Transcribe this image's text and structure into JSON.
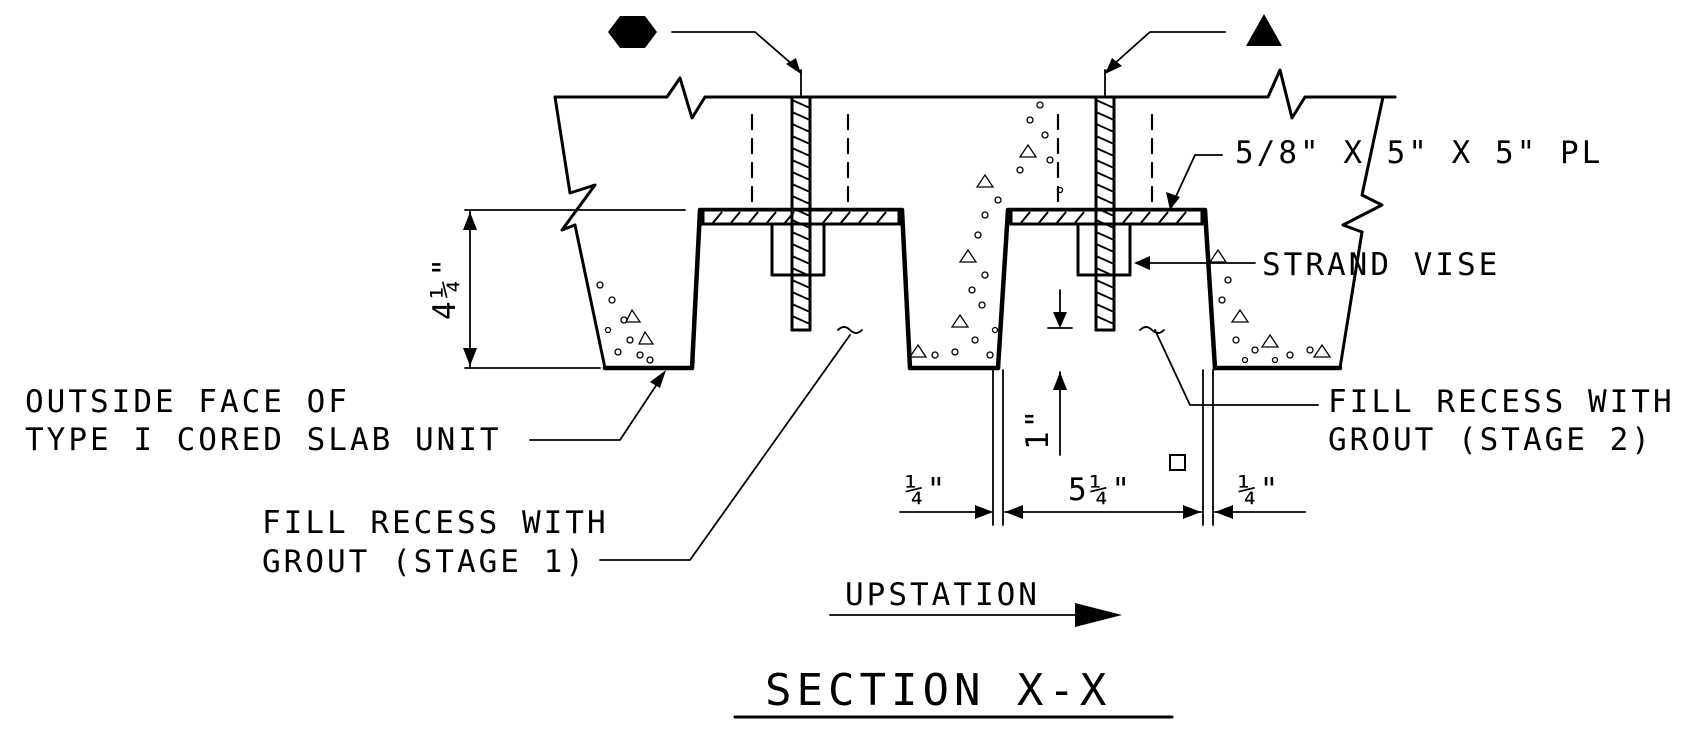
{
  "labels": {
    "plate": "5/8\" X 5\" X 5\" PL",
    "strand_vise": "STRAND VISE",
    "outside_face_line1": "OUTSIDE FACE OF",
    "outside_face_line2": "TYPE I CORED SLAB UNIT",
    "fill_stage2_line1": "FILL RECESS WITH",
    "fill_stage2_line2": "GROUT (STAGE 2)",
    "fill_stage1_line1": "FILL RECESS WITH",
    "fill_stage1_line2": "GROUT (STAGE 1)",
    "upstation": "UPSTATION",
    "title": "SECTION X-X"
  },
  "dimensions": {
    "depth": "4¼\"",
    "offset_vertical": "1\"",
    "left_gap": "¼\"",
    "recess_width": "5¼\"",
    "right_gap": "¼\""
  },
  "symbols": {
    "left_marker": "hexagon",
    "right_marker": "triangle",
    "square_marker": "square"
  }
}
